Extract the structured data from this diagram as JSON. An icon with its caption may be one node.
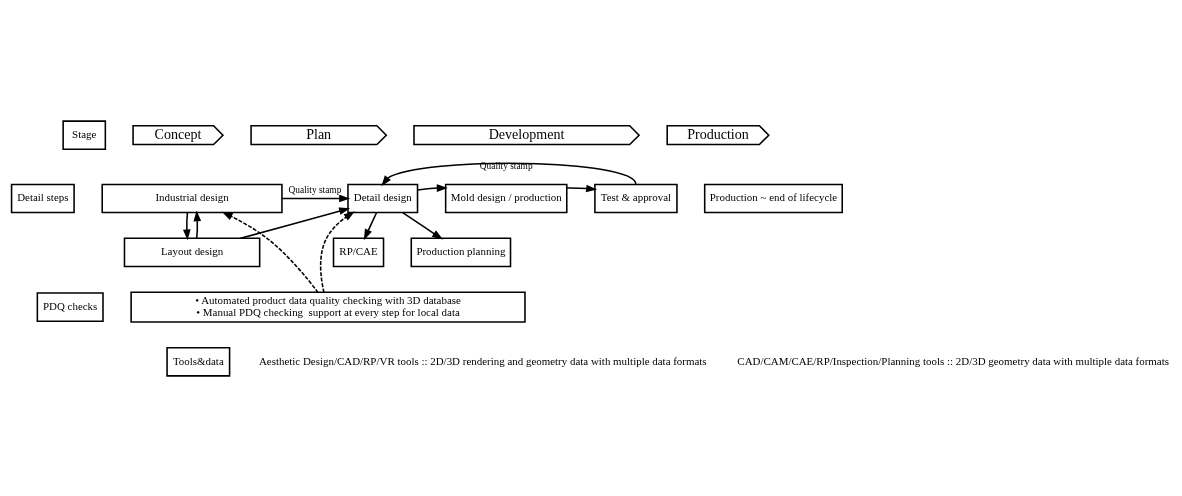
{
  "diagram": {
    "nodes": [
      {
        "text": [
          "Stage"
        ]
      },
      {
        "text": [
          "Concept"
        ]
      },
      {
        "text": [
          "Plan"
        ]
      },
      {
        "text": [
          "Development"
        ]
      },
      {
        "text": [
          "Production"
        ]
      },
      {
        "text": [
          "Detail steps"
        ]
      },
      {
        "text": [
          "Industrial design"
        ]
      },
      {
        "text": [
          "Layout design"
        ]
      },
      {
        "text": [
          "Detail design"
        ]
      },
      {
        "text": [
          "Mold design / production"
        ]
      },
      {
        "text": [
          "Test & approval"
        ]
      },
      {
        "text": [
          "RP/CAE"
        ]
      },
      {
        "text": [
          "Production planning"
        ]
      },
      {
        "text": [
          "Production ~ end of lifecycle"
        ]
      },
      {
        "text": [
          "PDQ checks"
        ]
      },
      {
        "text": [
          "• Automated product data quality checking with 3D database",
          "• Manual PDQ checking  support at every step for local data"
        ]
      },
      {
        "text": [
          "Tools&data"
        ]
      }
    ],
    "edges": [
      {
        "from": 6,
        "to": 8,
        "arrow": "to",
        "label": "Quality stamp"
      },
      {
        "from": 6,
        "to": 7,
        "arrow": "to"
      },
      {
        "from": 7,
        "to": 6,
        "arrow": "to"
      },
      {
        "from": 7,
        "to": 8,
        "arrow": "to"
      },
      {
        "from": 8,
        "to": 9,
        "arrow": "to"
      },
      {
        "from": 9,
        "to": 10,
        "arrow": "to"
      },
      {
        "from": 10,
        "to": 8,
        "arrow": "to",
        "label": "Quality stamp"
      },
      {
        "from": 8,
        "to": 11,
        "arrow": "to"
      },
      {
        "from": 8,
        "to": 12,
        "arrow": "to"
      },
      {
        "from": 15,
        "to": 6,
        "arrow": "to",
        "style": "dashed"
      },
      {
        "from": 15,
        "to": 8,
        "arrow": "to",
        "style": "dashed"
      }
    ],
    "labels": [
      "Aesthetic Design/CAD/RP/VR tools :: 2D/3D rendering and geometry data with multiple data formats",
      "CAD/CAM/CAE/RP/Inspection/Planning tools :: 2D/3D geometry data with multiple data formats"
    ]
  }
}
